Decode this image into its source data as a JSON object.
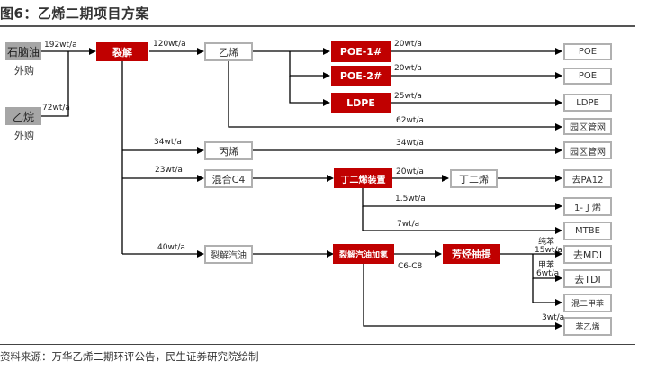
{
  "title": "图6：乙烯二期项目方案",
  "source": "资料来源：万华乙烯二期环评公告，民生证券研究院绘制",
  "colors": {
    "process": "#c00000",
    "feed": "#a6a6a6",
    "product_border": "#b0b0b0",
    "line": "#000000"
  },
  "feeds": [
    {
      "name": "石脑油",
      "note": "外购",
      "flow": "192wt/a"
    },
    {
      "name": "乙烷",
      "note": "外购",
      "flow": "72wt/a"
    }
  ],
  "processes": {
    "cracking": "裂解",
    "poe1": "POE-1#",
    "poe2": "POE-2#",
    "ldpe": "LDPE",
    "butadiene_unit": "丁二烯装置",
    "gasoline_hydro": "裂解汽油加氢",
    "aromatics": "芳烃抽提"
  },
  "intermediates": {
    "ethylene": "乙烯",
    "propylene": "丙烯",
    "mixed_c4": "混合C4",
    "pygas": "裂解汽油",
    "butadiene": "丁二烯"
  },
  "products": {
    "poe_a": "POE",
    "poe_b": "POE",
    "ldpe": "LDPE",
    "grid_a": "园区管网",
    "grid_b": "园区管网",
    "pa12": "去PA12",
    "butene1": "1-丁烯",
    "mtbe": "MTBE",
    "mdi": "去MDI",
    "tdi": "去TDI",
    "xylene": "混二甲苯",
    "styrene": "苯乙烯"
  },
  "flows": {
    "cracking_to_ethylene": "120wt/a",
    "poe1": "20wt/a",
    "poe2": "20wt/a",
    "ldpe": "25wt/a",
    "ethylene_grid": "62wt/a",
    "to_propylene": "34wt/a",
    "propylene_grid": "34wt/a",
    "to_c4": "23wt/a",
    "butadiene": "20wt/a",
    "butene1": "1.5wt/a",
    "mtbe": "7wt/a",
    "to_pygas": "40wt/a",
    "c6c8": "C6-C8",
    "benzene_label": "纯苯",
    "benzene": "15wt/a",
    "toluene_label": "甲苯",
    "toluene": "6wt/a",
    "styrene": "3wt/a"
  }
}
